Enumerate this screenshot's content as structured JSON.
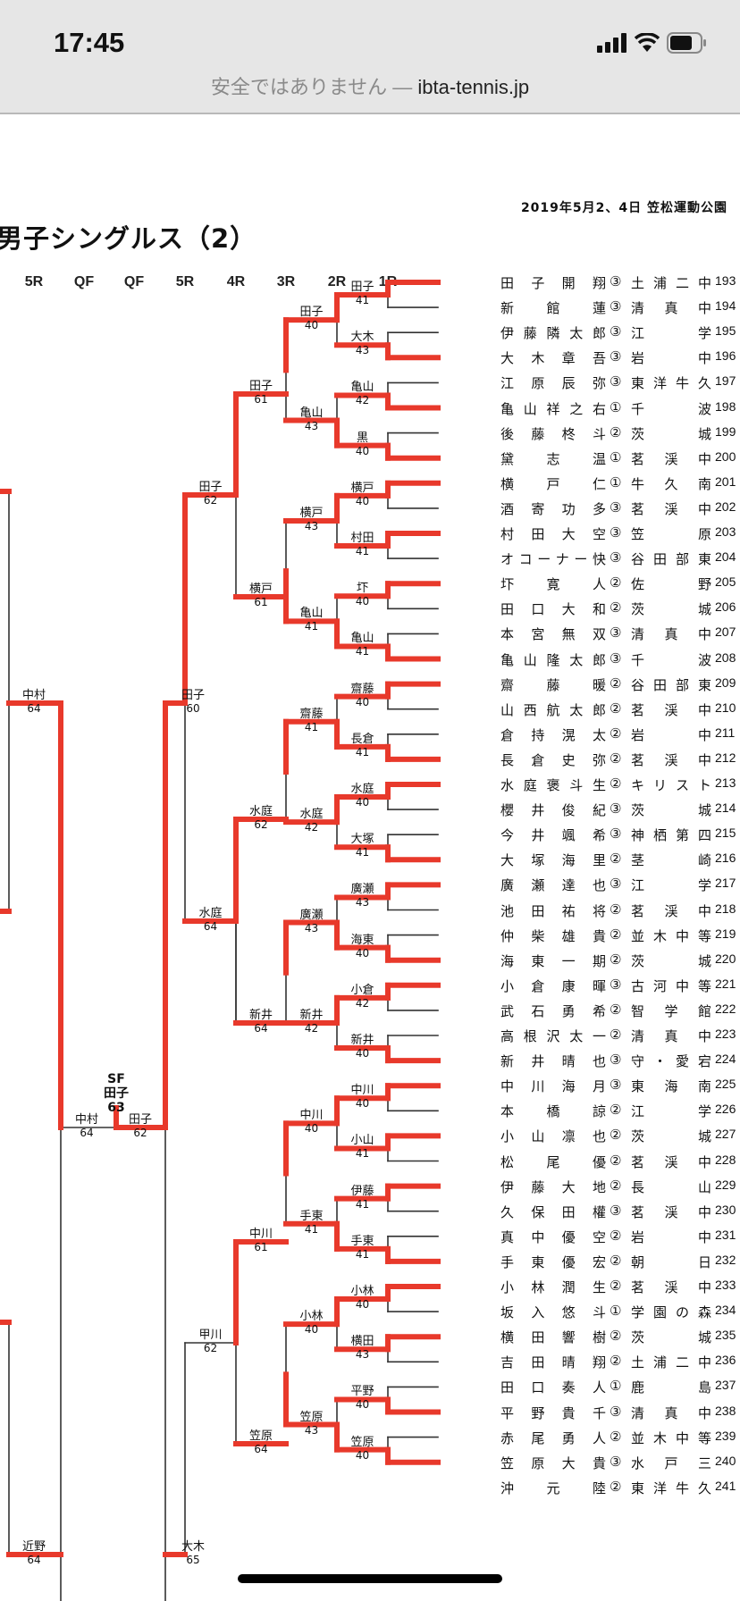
{
  "status_bar": {
    "time": "17:45",
    "icons": [
      "signal-icon",
      "wifi-icon",
      "battery-icon"
    ]
  },
  "browser": {
    "security_warning": "安全ではありません",
    "separator": "—",
    "host": "ibta-tennis.jp"
  },
  "document": {
    "date_venue": "2019年5月2、4日 笠松運動公園",
    "title": "男子シングルス（2）",
    "rounds": [
      "5R",
      "QF",
      "QF",
      "5R",
      "4R",
      "3R",
      "2R",
      "1R"
    ],
    "colors": {
      "winner_line": "#e8392b",
      "loser_line": "#333333"
    },
    "players": [
      {
        "name": [
          "田",
          "子",
          "開",
          "翔"
        ],
        "grade": "③",
        "school": [
          "土",
          "浦",
          "二",
          "中"
        ],
        "no": "193",
        "adv": true
      },
      {
        "name": [
          "新",
          "館",
          "蓮"
        ],
        "grade": "③",
        "school": [
          "清",
          "真",
          "中"
        ],
        "no": "194",
        "adv": false
      },
      {
        "name": [
          "伊",
          "藤",
          "隣",
          "太",
          "郎"
        ],
        "grade": "③",
        "school": [
          "江",
          "学"
        ],
        "no": "195",
        "adv": false
      },
      {
        "name": [
          "大",
          "木",
          "章",
          "吾"
        ],
        "grade": "③",
        "school": [
          "岩",
          "中"
        ],
        "no": "196",
        "adv": true
      },
      {
        "name": [
          "江",
          "原",
          "辰",
          "弥"
        ],
        "grade": "③",
        "school": [
          "東",
          "洋",
          "牛",
          "久"
        ],
        "no": "197",
        "adv": false
      },
      {
        "name": [
          "亀",
          "山",
          "祥",
          "之",
          "右"
        ],
        "grade": "①",
        "school": [
          "千",
          "波"
        ],
        "no": "198",
        "adv": true
      },
      {
        "name": [
          "後",
          "藤",
          "柊",
          "斗"
        ],
        "grade": "②",
        "school": [
          "茨",
          "城"
        ],
        "no": "199",
        "adv": false
      },
      {
        "name": [
          "黛",
          "志",
          "温"
        ],
        "grade": "①",
        "school": [
          "茗",
          "渓",
          "中"
        ],
        "no": "200",
        "adv": true
      },
      {
        "name": [
          "横",
          "戸",
          "仁"
        ],
        "grade": "①",
        "school": [
          "牛",
          "久",
          "南"
        ],
        "no": "201",
        "adv": true
      },
      {
        "name": [
          "酒",
          "寄",
          "功",
          "多"
        ],
        "grade": "③",
        "school": [
          "茗",
          "渓",
          "中"
        ],
        "no": "202",
        "adv": false
      },
      {
        "name": [
          "村",
          "田",
          "大",
          "空"
        ],
        "grade": "③",
        "school": [
          "笠",
          "原"
        ],
        "no": "203",
        "adv": true
      },
      {
        "name": [
          "オ",
          "コ",
          "ー",
          "ナ",
          "ー",
          "快"
        ],
        "grade": "③",
        "school": [
          "谷",
          "田",
          "部",
          "東"
        ],
        "no": "204",
        "adv": false
      },
      {
        "name": [
          "圷",
          "寛",
          "人"
        ],
        "grade": "②",
        "school": [
          "佐",
          "野"
        ],
        "no": "205",
        "adv": true
      },
      {
        "name": [
          "田",
          "口",
          "大",
          "和"
        ],
        "grade": "②",
        "school": [
          "茨",
          "城"
        ],
        "no": "206",
        "adv": false
      },
      {
        "name": [
          "本",
          "宮",
          "無",
          "双"
        ],
        "grade": "③",
        "school": [
          "清",
          "真",
          "中"
        ],
        "no": "207",
        "adv": false
      },
      {
        "name": [
          "亀",
          "山",
          "隆",
          "太",
          "郎"
        ],
        "grade": "③",
        "school": [
          "千",
          "波"
        ],
        "no": "208",
        "adv": true
      },
      {
        "name": [
          "齋",
          "藤",
          "暖"
        ],
        "grade": "②",
        "school": [
          "谷",
          "田",
          "部",
          "東"
        ],
        "no": "209",
        "adv": true
      },
      {
        "name": [
          "山",
          "西",
          "航",
          "太",
          "郎"
        ],
        "grade": "②",
        "school": [
          "茗",
          "渓",
          "中"
        ],
        "no": "210",
        "adv": false
      },
      {
        "name": [
          "倉",
          "持",
          "滉",
          "太"
        ],
        "grade": "②",
        "school": [
          "岩",
          "中"
        ],
        "no": "211",
        "adv": false
      },
      {
        "name": [
          "長",
          "倉",
          "史",
          "弥"
        ],
        "grade": "②",
        "school": [
          "茗",
          "渓",
          "中"
        ],
        "no": "212",
        "adv": true
      },
      {
        "name": [
          "水",
          "庭",
          "褒",
          "斗",
          "生"
        ],
        "grade": "②",
        "school": [
          "キ",
          "リ",
          "ス",
          "ト"
        ],
        "no": "213",
        "adv": true
      },
      {
        "name": [
          "櫻",
          "井",
          "俊",
          "紀"
        ],
        "grade": "③",
        "school": [
          "茨",
          "城"
        ],
        "no": "214",
        "adv": false
      },
      {
        "name": [
          "今",
          "井",
          "颯",
          "希"
        ],
        "grade": "③",
        "school": [
          "神",
          "栖",
          "第",
          "四"
        ],
        "no": "215",
        "adv": false
      },
      {
        "name": [
          "大",
          "塚",
          "海",
          "里"
        ],
        "grade": "②",
        "school": [
          "茎",
          "崎"
        ],
        "no": "216",
        "adv": true
      },
      {
        "name": [
          "廣",
          "瀬",
          "達",
          "也"
        ],
        "grade": "③",
        "school": [
          "江",
          "学"
        ],
        "no": "217",
        "adv": true
      },
      {
        "name": [
          "池",
          "田",
          "祐",
          "将"
        ],
        "grade": "②",
        "school": [
          "茗",
          "渓",
          "中"
        ],
        "no": "218",
        "adv": false
      },
      {
        "name": [
          "仲",
          "柴",
          "雄",
          "貴"
        ],
        "grade": "②",
        "school": [
          "並",
          "木",
          "中",
          "等"
        ],
        "no": "219",
        "adv": false
      },
      {
        "name": [
          "海",
          "東",
          "一",
          "期"
        ],
        "grade": "②",
        "school": [
          "茨",
          "城"
        ],
        "no": "220",
        "adv": true
      },
      {
        "name": [
          "小",
          "倉",
          "康",
          "暉"
        ],
        "grade": "③",
        "school": [
          "古",
          "河",
          "中",
          "等"
        ],
        "no": "221",
        "adv": true
      },
      {
        "name": [
          "武",
          "石",
          "勇",
          "希"
        ],
        "grade": "②",
        "school": [
          "智",
          "学",
          "館"
        ],
        "no": "222",
        "adv": false
      },
      {
        "name": [
          "高",
          "根",
          "沢",
          "太",
          "一"
        ],
        "grade": "②",
        "school": [
          "清",
          "真",
          "中"
        ],
        "no": "223",
        "adv": false
      },
      {
        "name": [
          "新",
          "井",
          "晴",
          "也"
        ],
        "grade": "③",
        "school": [
          "守",
          "・",
          "愛",
          "宕"
        ],
        "no": "224",
        "adv": true
      },
      {
        "name": [
          "中",
          "川",
          "海",
          "月"
        ],
        "grade": "③",
        "school": [
          "東",
          "海",
          "南"
        ],
        "no": "225",
        "adv": true
      },
      {
        "name": [
          "本",
          "橋",
          "諒"
        ],
        "grade": "②",
        "school": [
          "江",
          "学"
        ],
        "no": "226",
        "adv": false
      },
      {
        "name": [
          "小",
          "山",
          "凛",
          "也"
        ],
        "grade": "②",
        "school": [
          "茨",
          "城"
        ],
        "no": "227",
        "adv": true
      },
      {
        "name": [
          "松",
          "尾",
          "優"
        ],
        "grade": "②",
        "school": [
          "茗",
          "渓",
          "中"
        ],
        "no": "228",
        "adv": false
      },
      {
        "name": [
          "伊",
          "藤",
          "大",
          "地"
        ],
        "grade": "②",
        "school": [
          "長",
          "山"
        ],
        "no": "229",
        "adv": true
      },
      {
        "name": [
          "久",
          "保",
          "田",
          "權"
        ],
        "grade": "③",
        "school": [
          "茗",
          "渓",
          "中"
        ],
        "no": "230",
        "adv": false
      },
      {
        "name": [
          "真",
          "中",
          "優",
          "空"
        ],
        "grade": "②",
        "school": [
          "岩",
          "中"
        ],
        "no": "231",
        "adv": false
      },
      {
        "name": [
          "手",
          "東",
          "優",
          "宏"
        ],
        "grade": "②",
        "school": [
          "朝",
          "日"
        ],
        "no": "232",
        "adv": true
      },
      {
        "name": [
          "小",
          "林",
          "潤",
          "生"
        ],
        "grade": "②",
        "school": [
          "茗",
          "渓",
          "中"
        ],
        "no": "233",
        "adv": true
      },
      {
        "name": [
          "坂",
          "入",
          "悠",
          "斗"
        ],
        "grade": "①",
        "school": [
          "学",
          "園",
          "の",
          "森"
        ],
        "no": "234",
        "adv": false
      },
      {
        "name": [
          "横",
          "田",
          "響",
          "樹"
        ],
        "grade": "②",
        "school": [
          "茨",
          "城"
        ],
        "no": "235",
        "adv": true
      },
      {
        "name": [
          "吉",
          "田",
          "晴",
          "翔"
        ],
        "grade": "②",
        "school": [
          "土",
          "浦",
          "二",
          "中"
        ],
        "no": "236",
        "adv": false
      },
      {
        "name": [
          "田",
          "口",
          "奏",
          "人"
        ],
        "grade": "①",
        "school": [
          "鹿",
          "島"
        ],
        "no": "237",
        "adv": false
      },
      {
        "name": [
          "平",
          "野",
          "貴",
          "千"
        ],
        "grade": "③",
        "school": [
          "清",
          "真",
          "中"
        ],
        "no": "238",
        "adv": true
      },
      {
        "name": [
          "赤",
          "尾",
          "勇",
          "人"
        ],
        "grade": "②",
        "school": [
          "並",
          "木",
          "中",
          "等"
        ],
        "no": "239",
        "adv": false
      },
      {
        "name": [
          "笠",
          "原",
          "大",
          "貴"
        ],
        "grade": "③",
        "school": [
          "水",
          "戸",
          "三"
        ],
        "no": "240",
        "adv": true
      },
      {
        "name": [
          "沖",
          "元",
          "陸"
        ],
        "grade": "②",
        "school": [
          "東",
          "洋",
          "牛",
          "久"
        ],
        "no": "241",
        "adv": true
      }
    ],
    "r1_results": [
      {
        "w": "田子",
        "s": "41"
      },
      {
        "w": "大木",
        "s": "43"
      },
      {
        "w": "亀山",
        "s": "42"
      },
      {
        "w": "黒",
        "s": "40"
      },
      {
        "w": "横戸",
        "s": "40"
      },
      {
        "w": "村田",
        "s": "41"
      },
      {
        "w": "圷",
        "s": "40"
      },
      {
        "w": "亀山",
        "s": "41"
      },
      {
        "w": "齋藤",
        "s": "40"
      },
      {
        "w": "長倉",
        "s": "41"
      },
      {
        "w": "水庭",
        "s": "40"
      },
      {
        "w": "大塚",
        "s": "41"
      },
      {
        "w": "廣瀬",
        "s": "43"
      },
      {
        "w": "海東",
        "s": "40"
      },
      {
        "w": "小倉",
        "s": "42"
      },
      {
        "w": "新井",
        "s": "40"
      },
      {
        "w": "中川",
        "s": "40"
      },
      {
        "w": "小山",
        "s": "41"
      },
      {
        "w": "伊藤",
        "s": "41"
      },
      {
        "w": "手東",
        "s": "41"
      },
      {
        "w": "小林",
        "s": "40"
      },
      {
        "w": "横田",
        "s": "43"
      },
      {
        "w": "平野",
        "s": "40"
      },
      {
        "w": "笠原",
        "s": "40"
      }
    ],
    "r2_results": [
      {
        "w": "田子",
        "s": "40"
      },
      {
        "w": "亀山",
        "s": "43"
      },
      {
        "w": "横戸",
        "s": "43"
      },
      {
        "w": "亀山",
        "s": "41"
      },
      {
        "w": "齋藤",
        "s": "41"
      },
      {
        "w": "水庭",
        "s": "42"
      },
      {
        "w": "廣瀬",
        "s": "43"
      },
      {
        "w": "新井",
        "s": "42"
      },
      {
        "w": "中川",
        "s": "40"
      },
      {
        "w": "手東",
        "s": "41"
      },
      {
        "w": "小林",
        "s": "40"
      },
      {
        "w": "笠原",
        "s": "43"
      }
    ],
    "r3_results": [
      {
        "w": "田子",
        "s": "61"
      },
      {
        "w": "横戸",
        "s": "61"
      },
      {
        "w": "水庭",
        "s": "62"
      },
      {
        "w": "新井",
        "s": "64"
      },
      {
        "w": "中川",
        "s": "61"
      },
      {
        "w": "笠原",
        "s": "64"
      }
    ],
    "r4_results": [
      {
        "w": "田子",
        "s": "62"
      },
      {
        "w": "水庭",
        "s": "64"
      },
      {
        "w": "甲川",
        "s": "62"
      }
    ],
    "r5_results": [
      {
        "w": "田子",
        "s": "60"
      },
      {
        "w": "大木",
        "s": "65"
      }
    ],
    "left_5r_results": [
      {
        "w": "中村",
        "s": "64"
      },
      {
        "w": "近野",
        "s": "64"
      }
    ],
    "qf_results": [
      {
        "w": "中村",
        "s": "64"
      },
      {
        "w": "田子",
        "s": "62"
      }
    ],
    "sf": {
      "label": "SF",
      "w": "田子",
      "s": "63"
    }
  }
}
